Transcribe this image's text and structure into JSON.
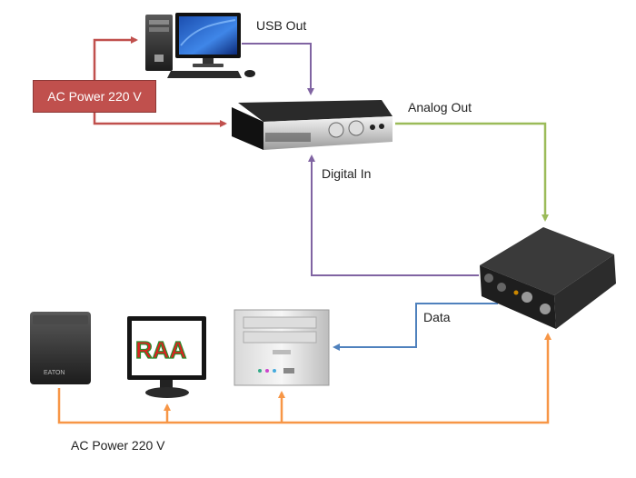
{
  "labels": {
    "usb_out": "USB Out",
    "analog_out": "Analog Out",
    "digital_in": "Digital In",
    "data": "Data",
    "ac_power_top": "AC Power 220 V",
    "ac_power_bottom": "AC Power 220 V"
  },
  "logo_text": "RAA",
  "ups_brand": "EATON",
  "colors": {
    "red": "#c0504d",
    "purple": "#8064a2",
    "green": "#9bbb59",
    "blue": "#4f81bd",
    "orange": "#f79646"
  },
  "devices": [
    {
      "id": "desktop-pc",
      "icon": "desktop-computer-icon"
    },
    {
      "id": "dac",
      "icon": "dac-unit-icon"
    },
    {
      "id": "amplifier",
      "icon": "amplifier-unit-icon"
    },
    {
      "id": "ups",
      "icon": "ups-unit-icon"
    },
    {
      "id": "monitor",
      "icon": "monitor-icon"
    },
    {
      "id": "media-pc",
      "icon": "media-pc-icon"
    }
  ]
}
